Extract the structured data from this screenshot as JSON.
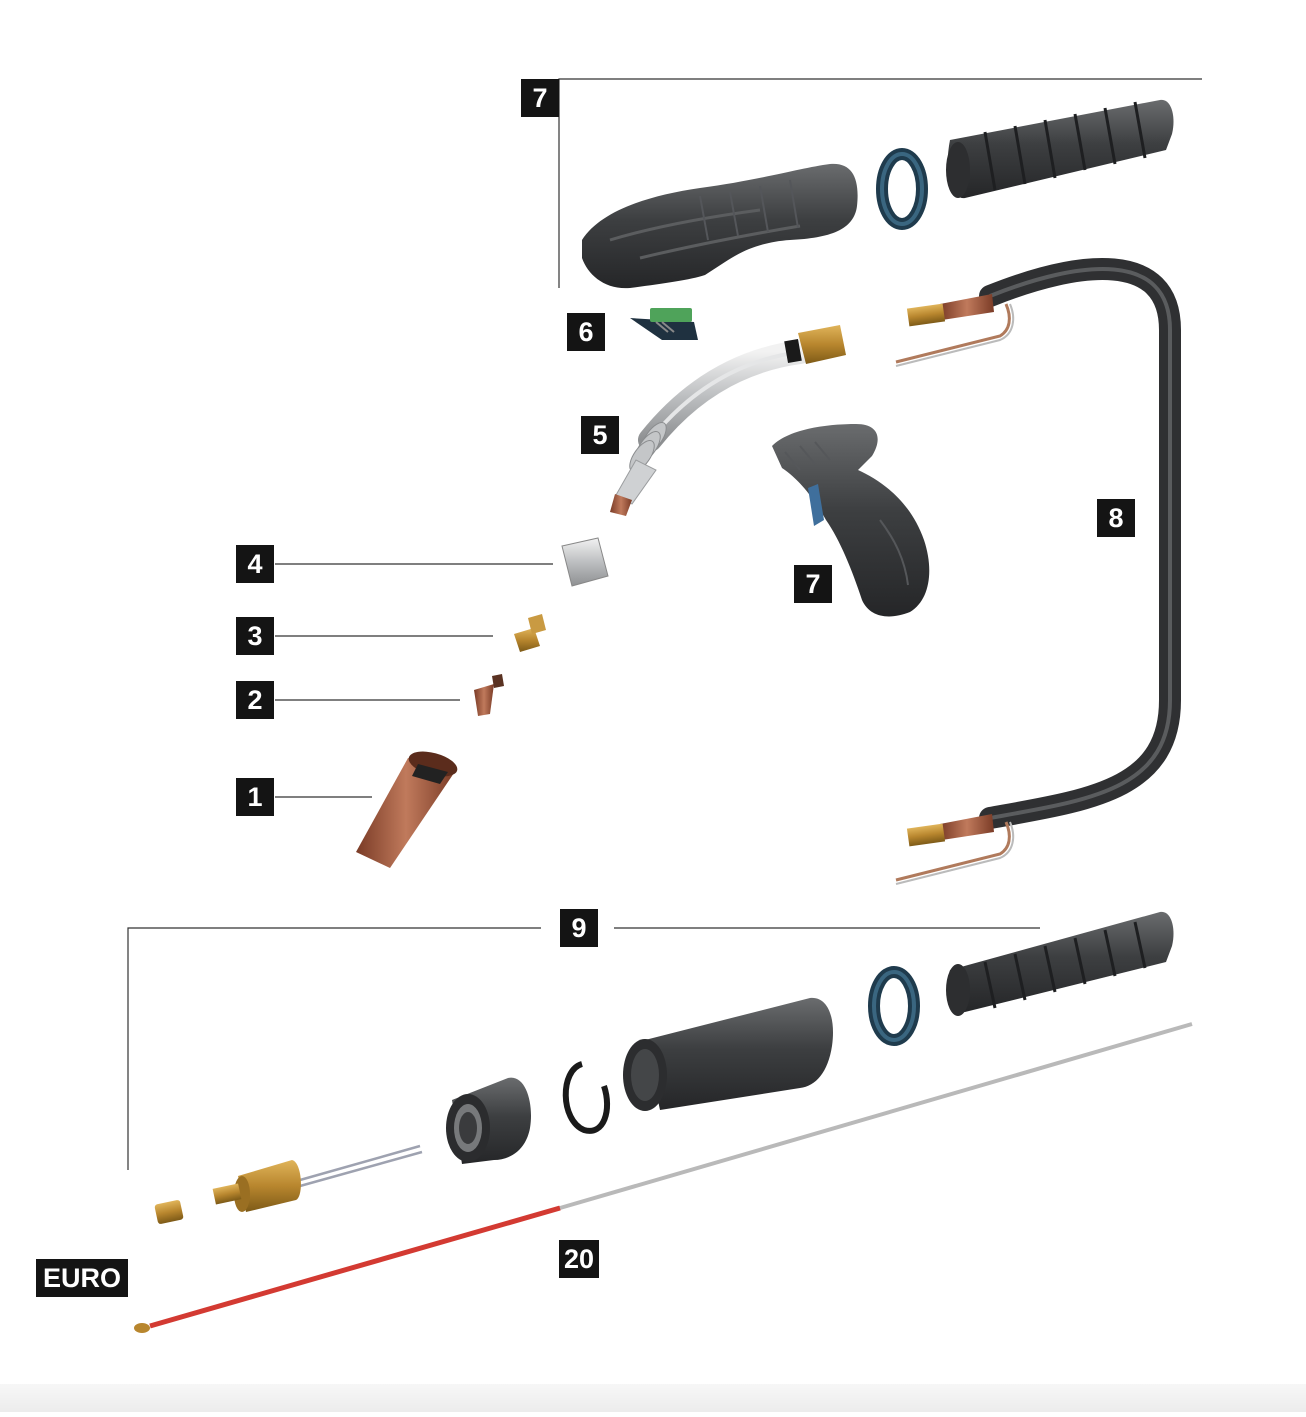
{
  "labels": {
    "nozzle": "1",
    "contact_tip": "2",
    "tip_adapter": "3",
    "gas_diffuser": "4",
    "swan_neck": "5",
    "trigger_switch": "6",
    "handle_top": "7",
    "handle_pistol": "7",
    "cable_assembly": "8",
    "euro_connector_kit": "9",
    "liner": "20",
    "euro": "EURO"
  },
  "colors": {
    "label_bg": "#141414",
    "label_text": "#ffffff",
    "rubber": "#3d3f41",
    "copper": "#a35a3e",
    "brass": "#b8862e",
    "ring_blue": "#2a4a5e",
    "liner_red": "#d33a32",
    "liner_grey": "#b9b9b9",
    "chrome": "#c9cbcd",
    "switch_green": "#4fa35a",
    "grip_blue": "#3f6f9c"
  }
}
